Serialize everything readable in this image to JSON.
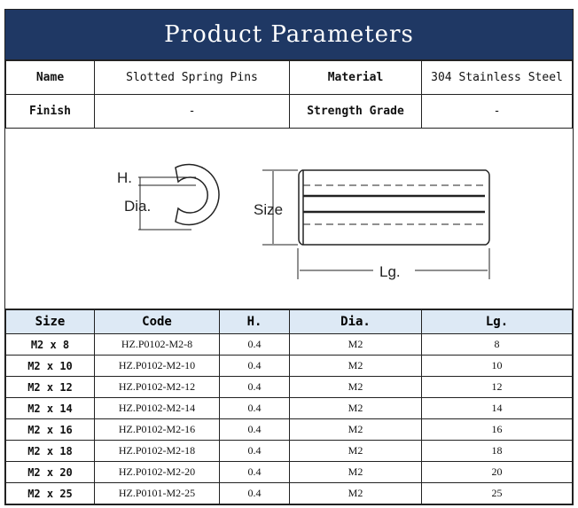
{
  "title": "Product Parameters",
  "info": {
    "name_label": "Name",
    "name_value": "Slotted Spring Pins",
    "material_label": "Material",
    "material_value": "304 Stainless Steel",
    "finish_label": "Finish",
    "finish_value": "-",
    "grade_label": "Strength Grade",
    "grade_value": "-"
  },
  "diagram": {
    "h": "H.",
    "dia": "Dia.",
    "size": "Size",
    "lg": "Lg."
  },
  "columns": [
    "Size",
    "Code",
    "H.",
    "Dia.",
    "Lg."
  ],
  "rows": [
    [
      "M2 x 8",
      "HZ.P0102-M2-8",
      "0.4",
      "M2",
      "8"
    ],
    [
      "M2 x 10",
      "HZ.P0102-M2-10",
      "0.4",
      "M2",
      "10"
    ],
    [
      "M2 x 12",
      "HZ.P0102-M2-12",
      "0.4",
      "M2",
      "12"
    ],
    [
      "M2 x 14",
      "HZ.P0102-M2-14",
      "0.4",
      "M2",
      "14"
    ],
    [
      "M2 x 16",
      "HZ.P0102-M2-16",
      "0.4",
      "M2",
      "16"
    ],
    [
      "M2 x 18",
      "HZ.P0102-M2-18",
      "0.4",
      "M2",
      "18"
    ],
    [
      "M2 x 20",
      "HZ.P0102-M2-20",
      "0.4",
      "M2",
      "20"
    ],
    [
      "M2 x 25",
      "HZ.P0101-M2-25",
      "0.4",
      "M2",
      "25"
    ]
  ]
}
